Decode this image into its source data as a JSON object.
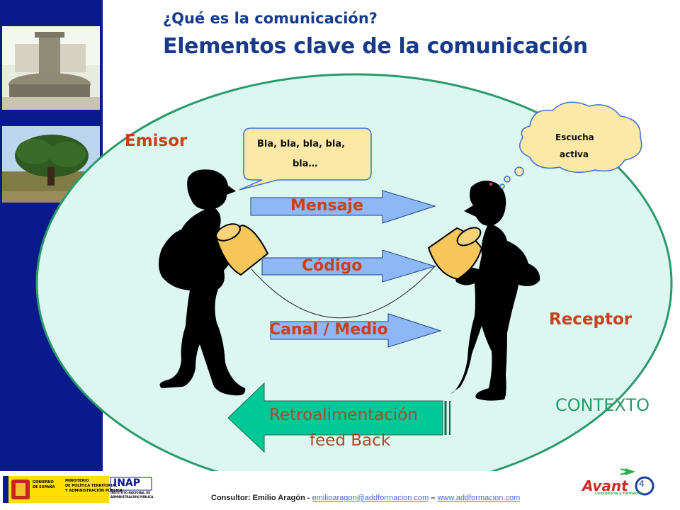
{
  "slide": {
    "subtitle": "¿Qué es la comunicación?",
    "title": "Elementos clave de la comunicación"
  },
  "diagram": {
    "emisor": "Emisor",
    "receptor": "Receptor",
    "speech": [
      "Bla, bla, bla, bla,",
      "bla…"
    ],
    "thought": [
      "Escucha",
      "activa"
    ],
    "mensaje": "Mensaje",
    "codigo": "Código",
    "canal": "Canal / Medio",
    "retro": "Retroalimentación",
    "feedback": "feed Back",
    "contexto": "CONTEXTO"
  },
  "footer": {
    "consultor": "Consultor: Emilio Aragón - ",
    "email": "emilioaragon@addformacion.com",
    "sep": " – ",
    "web": "www.addformacion.com",
    "inap": "INAP",
    "gobierno": [
      "GOBIERNO",
      "DE ESPAÑA"
    ],
    "ministerio": [
      "MINISTERIO",
      "DE POLÍTICA TERRITORIAL",
      "Y ADMINISTRACIÓN PÚBLICA"
    ],
    "inap_sub": [
      "INSTITUTO NACIONAL DE",
      "ADMINISTRACIÓN PÚBLICA"
    ],
    "avant": "Avant",
    "avant_tag": "Consultoría y Formación",
    "page": "4"
  },
  "colors": {
    "sidebar": "#0a1a8c",
    "title": "#173b8a",
    "ellipse_fill": "#dcf6f0",
    "ellipse_stroke": "#2a9a6a",
    "label_red": "#c9401a",
    "arrow_blue": "#8db8f5",
    "arrow_green": "#00c896",
    "feedback_text": "#a84a2a",
    "contexto": "#2a9a6a",
    "cup": "#f7c65a"
  }
}
